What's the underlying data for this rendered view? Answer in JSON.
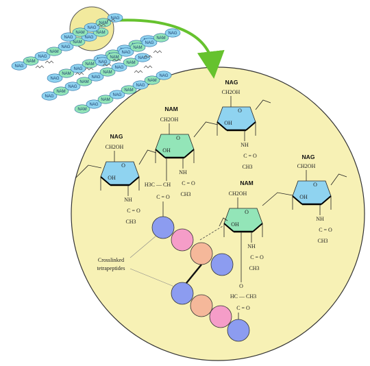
{
  "colors": {
    "nag": "#8fd3f0",
    "nam": "#93e5b8",
    "circle_bg": "#f7f1b5",
    "peptide_blue": "#8c9cf0",
    "peptide_pink": "#f59dc8",
    "peptide_orange": "#f5b89a",
    "arrow": "#66c22e"
  },
  "overview": {
    "nag_label": "NAG",
    "nam_label": "NAM"
  },
  "detail": {
    "nag_label": "NAG",
    "nam_label": "NAM",
    "ch2oh": "CH2OH",
    "oh": "OH",
    "ring_o": "O",
    "nh": "NH",
    "c_eq_o": "C = O",
    "ch3": "CH3",
    "h3c_ch": "H3C — CH",
    "hc_ch3": "HC — CH3",
    "bridge_o": "O",
    "peptides_line1": "Crosslinked",
    "peptides_line2": "tetrapeptides"
  }
}
